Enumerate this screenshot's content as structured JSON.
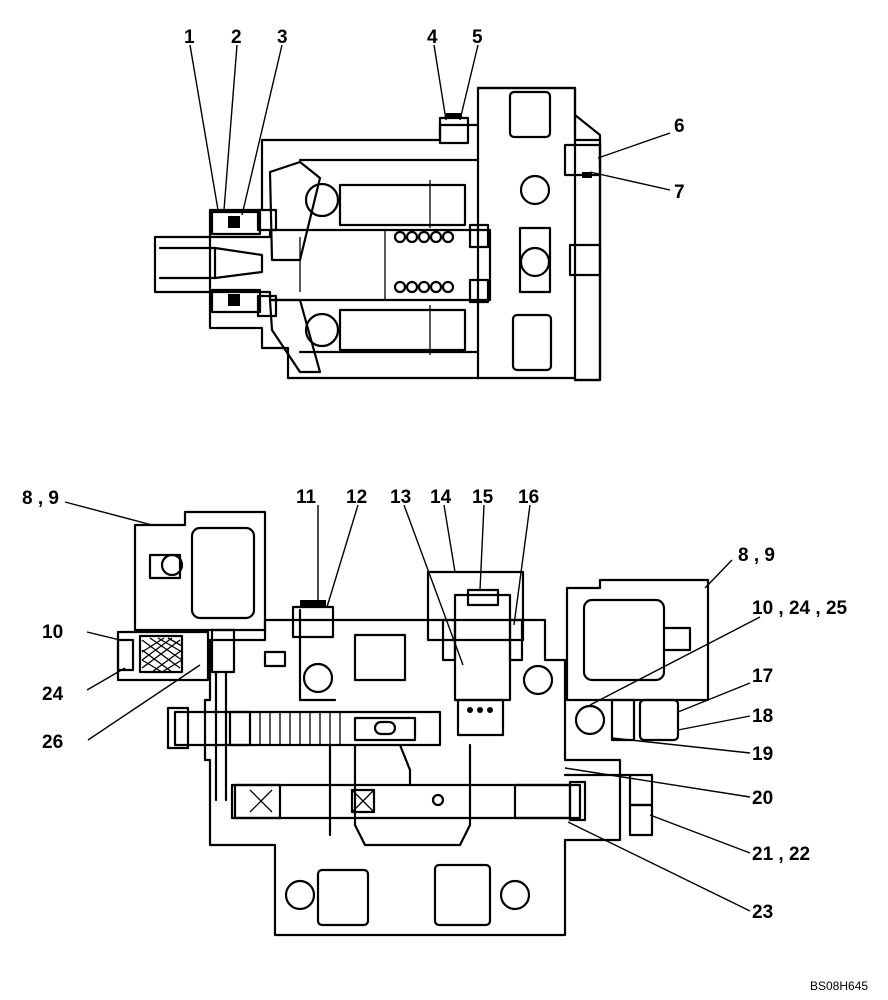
{
  "callouts": {
    "c1": "1",
    "c2": "2",
    "c3": "3",
    "c4": "4",
    "c5": "5",
    "c6": "6",
    "c7": "7",
    "c8_9_left": "8 , 9",
    "c8_9_right": "8 , 9",
    "c10": "10",
    "c10_24_25": "10 , 24 , 25",
    "c11": "11",
    "c12": "12",
    "c13": "13",
    "c14": "14",
    "c15": "15",
    "c16": "16",
    "c17": "17",
    "c18": "18",
    "c19": "19",
    "c20": "20",
    "c21_22": "21 , 22",
    "c23": "23",
    "c24": "24",
    "c26": "26"
  },
  "figure_code": "BS08H645"
}
